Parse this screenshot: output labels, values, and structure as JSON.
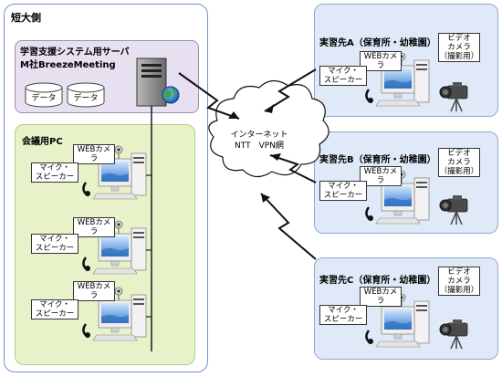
{
  "campus": {
    "title": "短大側",
    "server_title": "学習支援システム用サーバ",
    "server_subtitle": "M社BreezeMeeting",
    "db_labels": [
      "データ",
      "データ"
    ],
    "pc_group_title": "会議用PC"
  },
  "pc_units": [
    {
      "webcam_label": "WEBカメラ",
      "mic_label": "マイク・\nスピーカー"
    },
    {
      "webcam_label": "WEBカメラ",
      "mic_label": "マイク・\nスピーカー"
    },
    {
      "webcam_label": "WEBカメラ",
      "mic_label": "マイク・\nスピーカー"
    }
  ],
  "internet": {
    "line1": "インターネット",
    "line2": "NTT　VPN網"
  },
  "sites": [
    {
      "title": "実習先A（保育所・幼稚園）",
      "webcam_label": "WEBカメラ",
      "mic_label": "マイク・\nスピーカー",
      "video_label": "ビデオ\nカメラ\n（撮影用）"
    },
    {
      "title": "実習先B（保育所・幼稚園）",
      "webcam_label": "WEBカメラ",
      "mic_label": "マイク・\nスピーカー",
      "video_label": "ビデオ\nカメラ\n（撮影用）"
    },
    {
      "title": "実習先C（保育所・幼稚園）",
      "webcam_label": "WEBカメラ",
      "mic_label": "マイク・\nスピーカー",
      "video_label": "ビデオ\nカメラ\n（撮影用）"
    }
  ],
  "colors": {
    "campus_border": "#6f93c6",
    "server_fill": "#e6e0f0",
    "pc_group_fill": "#e8f2c8",
    "site_fill": "#dfe9f7",
    "line": "#1a1a1a"
  }
}
